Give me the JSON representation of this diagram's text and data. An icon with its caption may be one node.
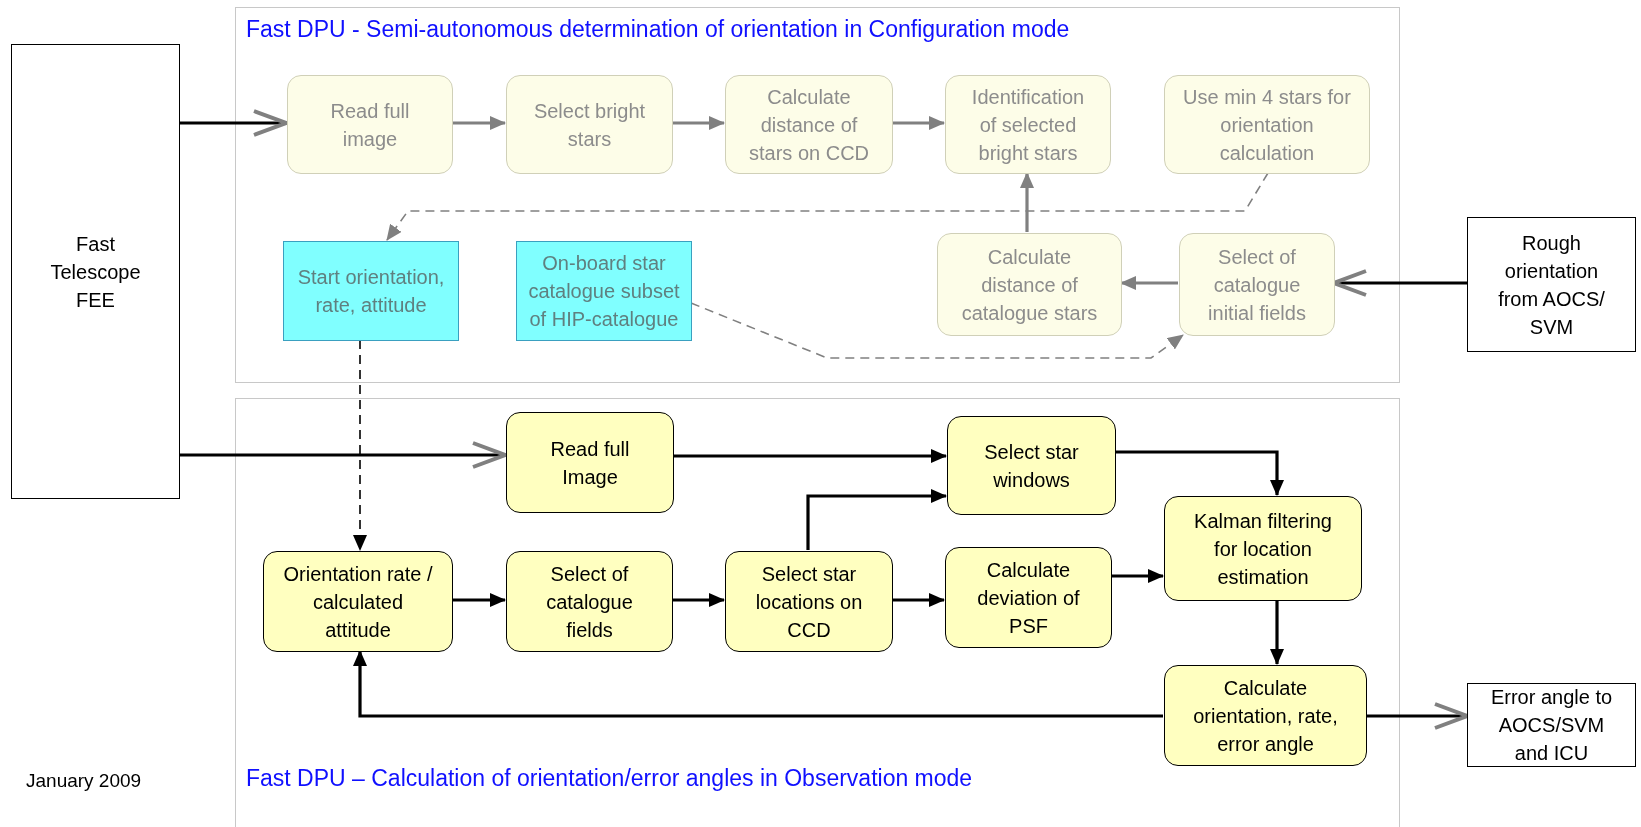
{
  "diagram": {
    "nodes": [
      {
        "text": [
          "Fast Telescope FEE"
        ]
      },
      {
        "text": [
          "Fast DPU - Semi-autonomous determination of orientation in Configuration mode"
        ]
      },
      {
        "text": [
          "Read full image"
        ],
        "in": 1
      },
      {
        "text": [
          "Select bright stars"
        ],
        "in": 1
      },
      {
        "text": [
          "Calculate distance of stars on CCD"
        ],
        "in": 1
      },
      {
        "text": [
          "Identification of selected bright stars"
        ],
        "in": 1
      },
      {
        "text": [
          "Use min 4 stars for orientation calculation"
        ],
        "in": 1
      },
      {
        "text": [
          "Start orientation, rate, attitude"
        ],
        "in": 1
      },
      {
        "text": [
          "On-board star catalogue subset of HIP-catalogue"
        ],
        "in": 1
      },
      {
        "text": [
          "Calculate distance of catalogue stars"
        ],
        "in": 1
      },
      {
        "text": [
          "Select of catalogue initial fields"
        ],
        "in": 1
      },
      {
        "text": [
          "Rough orientation from AOCS/ SVM"
        ]
      },
      {
        "text": [
          "Fast DPU – Calculation of orientation/error angles in Observation mode"
        ]
      },
      {
        "text": [
          "Read full Image"
        ],
        "in": 12
      },
      {
        "text": [
          "Select star windows"
        ],
        "in": 12
      },
      {
        "text": [
          "Kalman filtering for location estimation"
        ],
        "in": 12
      },
      {
        "text": [
          "Orientation rate / calculated attitude"
        ],
        "in": 12
      },
      {
        "text": [
          "Select of catalogue fields"
        ],
        "in": 12
      },
      {
        "text": [
          "Select star locations on CCD"
        ],
        "in": 12
      },
      {
        "text": [
          "Calculate deviation of PSF"
        ],
        "in": 12
      },
      {
        "text": [
          "Calculate orientation, rate, error angle"
        ],
        "in": 12
      },
      {
        "text": [
          "Error angle to AOCS/SVM and ICU"
        ]
      }
    ],
    "edges": [
      {
        "from": 0,
        "to": 2,
        "arrow": "to"
      },
      {
        "from": 2,
        "to": 3,
        "arrow": "to",
        "color": "#808080"
      },
      {
        "from": 3,
        "to": 4,
        "arrow": "to",
        "color": "#808080"
      },
      {
        "from": 4,
        "to": 5,
        "arrow": "to",
        "color": "#808080"
      },
      {
        "from": 9,
        "to": 5,
        "arrow": "to",
        "color": "#808080"
      },
      {
        "from": 10,
        "to": 9,
        "arrow": "to",
        "color": "#808080"
      },
      {
        "from": 11,
        "to": 10,
        "arrow": "to"
      },
      {
        "from": 6,
        "to": 7,
        "arrow": "to",
        "style": "dashed",
        "color": "#808080"
      },
      {
        "from": 8,
        "to": 10,
        "arrow": "to",
        "style": "dashed",
        "color": "#808080"
      },
      {
        "from": 7,
        "to": 16,
        "arrow": "to",
        "style": "dashed"
      },
      {
        "from": 0,
        "to": 13,
        "arrow": "to"
      },
      {
        "from": 13,
        "to": 14,
        "arrow": "to"
      },
      {
        "from": 14,
        "to": 15,
        "arrow": "to"
      },
      {
        "from": 16,
        "to": 17,
        "arrow": "to"
      },
      {
        "from": 17,
        "to": 18,
        "arrow": "to"
      },
      {
        "from": 18,
        "to": 14,
        "arrow": "to"
      },
      {
        "from": 18,
        "to": 19,
        "arrow": "to"
      },
      {
        "from": 19,
        "to": 15,
        "arrow": "to"
      },
      {
        "from": 15,
        "to": 20,
        "arrow": "to"
      },
      {
        "from": 20,
        "to": 16,
        "arrow": "to"
      },
      {
        "from": 20,
        "to": 21,
        "arrow": "to"
      }
    ],
    "labels": [
      "January 2009"
    ]
  }
}
